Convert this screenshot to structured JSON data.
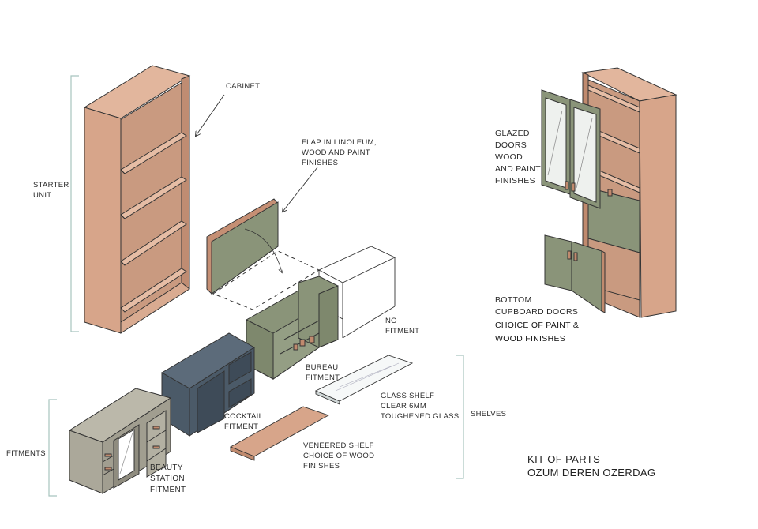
{
  "labels": {
    "cabinet": "CABINET",
    "flap": [
      "FLAP IN LINOLEUM,",
      "WOOD AND PAINT",
      "FINISHES"
    ],
    "starter": [
      "STARTER",
      "UNIT"
    ],
    "no_fitment": [
      "NO",
      "FITMENT"
    ],
    "bureau": [
      "BUREAU",
      "FITMENT"
    ],
    "glass_shelf": [
      "GLASS SHELF",
      "CLEAR 6MM",
      "TOUGHENED GLASS"
    ],
    "shelves": "SHELVES",
    "cocktail": [
      "COCKTAIL",
      "FITMENT"
    ],
    "veneered": [
      "VENEERED SHELF",
      "CHOICE OF WOOD",
      "FINISHES"
    ],
    "fitments": "FITMENTS",
    "beauty": [
      "BEAUTY",
      "STATION",
      "FITMENT"
    ],
    "glazed": [
      "GLAZED",
      "DOORS",
      "WOOD",
      "AND PAINT",
      "FINISHES"
    ],
    "bottom_doors": [
      "BOTTOM",
      "CUPBOARD DOORS"
    ],
    "choice_finishes": [
      "CHOICE OF PAINT &",
      "WOOD FINISHES"
    ]
  },
  "credit": [
    "KIT OF PARTS",
    "OZUM DEREN OZERDAG"
  ],
  "colors": {
    "wood": "#d7a58a",
    "wood_dark": "#c08a6e",
    "green": "#8a9479",
    "navy": "#4b5a68",
    "taupe": "#aba89a",
    "bracket": "#a8c4bf",
    "line": "#333333"
  }
}
